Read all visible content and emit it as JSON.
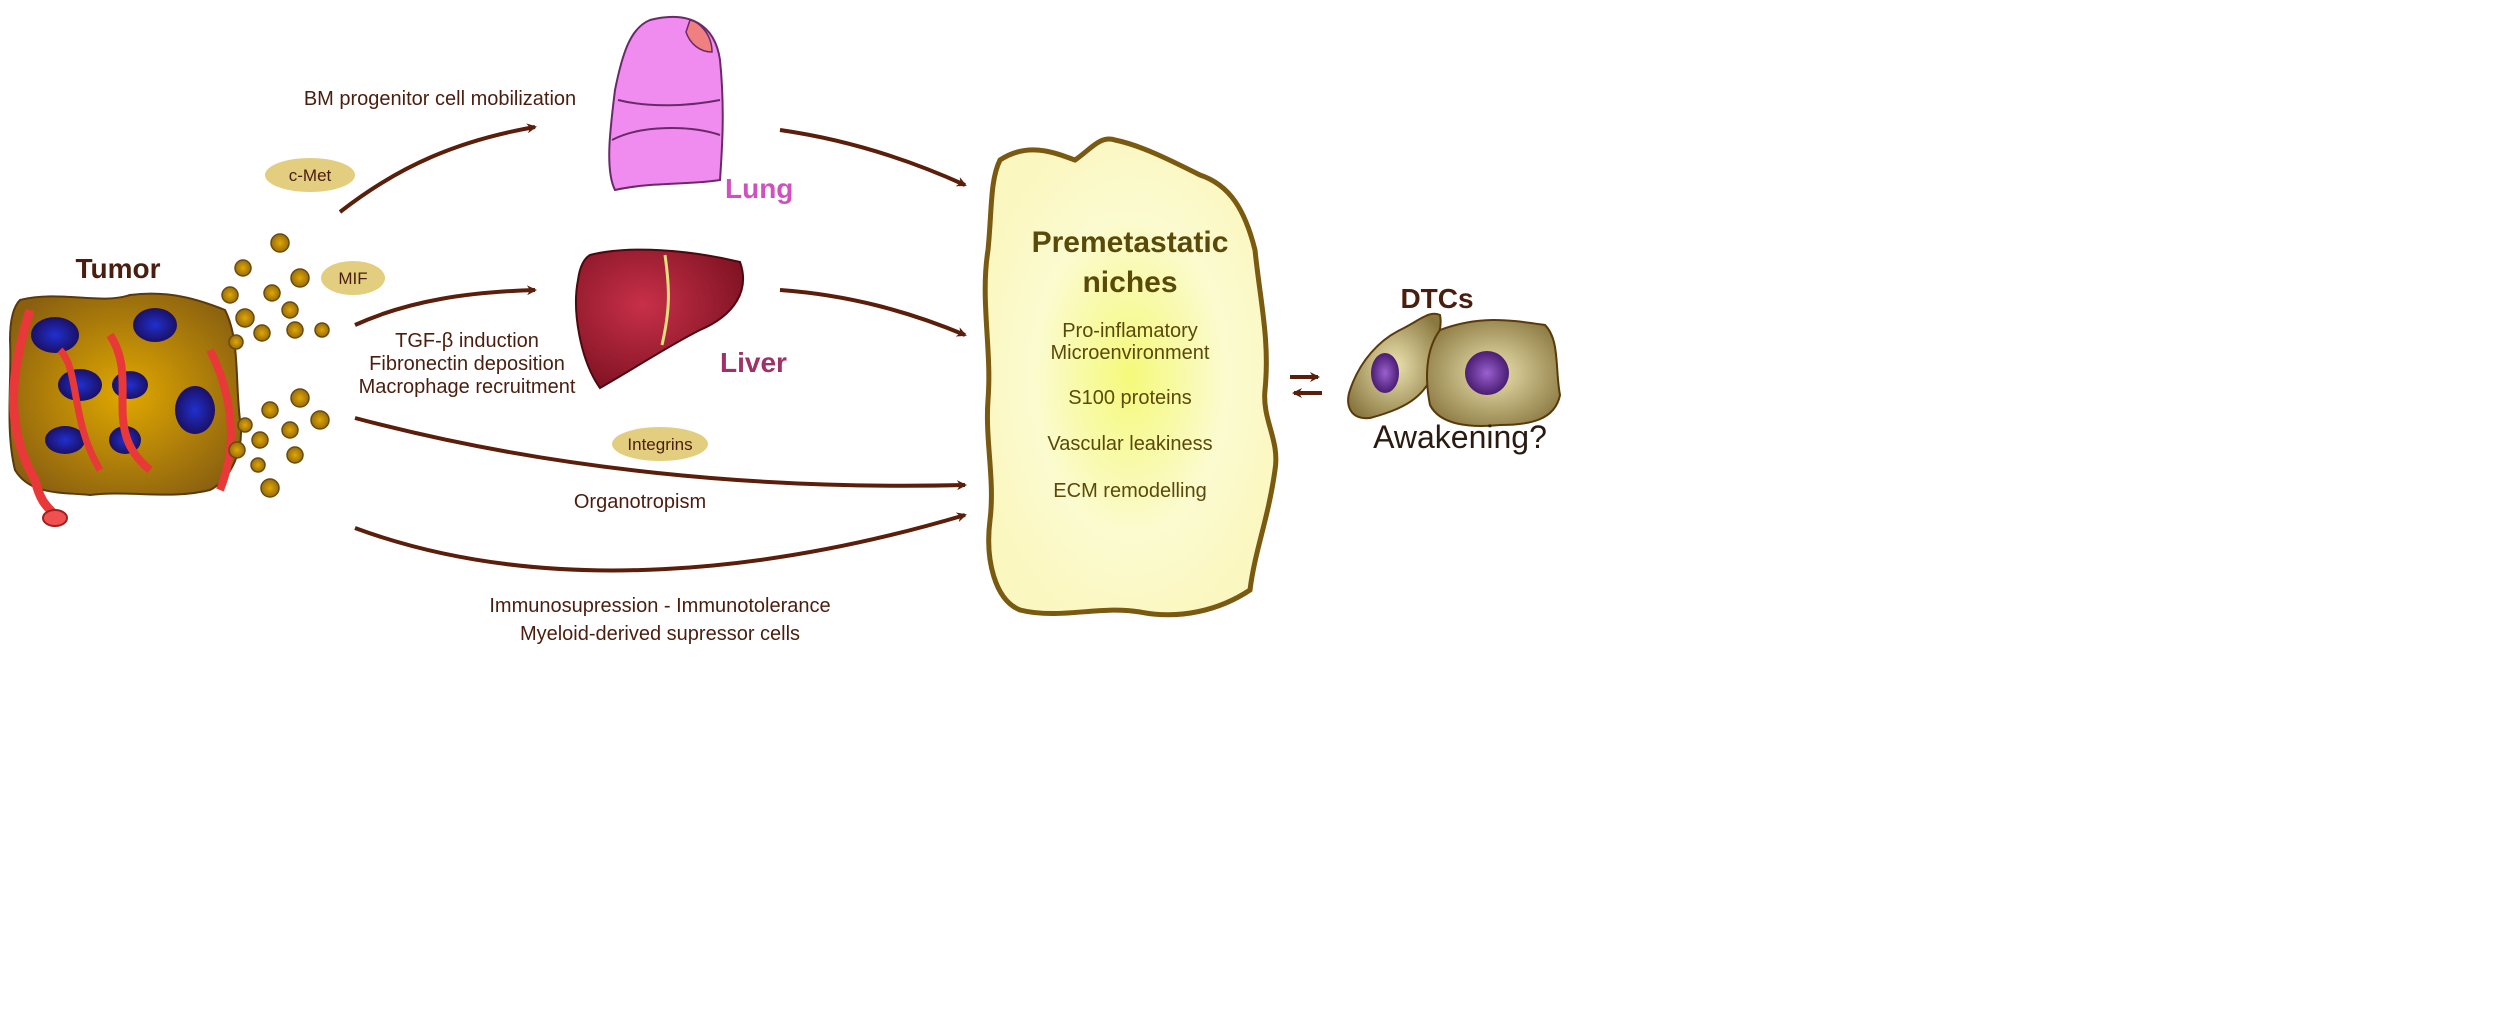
{
  "labels": {
    "tumor": "Tumor",
    "lung": "Lung",
    "liver": "Liver",
    "dtcs": "DTCs",
    "awakening": "Awakening?"
  },
  "badges": {
    "cmet": "c-Met",
    "mif": "MIF",
    "integrins": "Integrins"
  },
  "pathways": {
    "bm": "BM progenitor cell mobilization",
    "liver_lines": [
      "TGF-β induction",
      "Fibronectin deposition",
      "Macrophage recruitment"
    ],
    "organotropism": "Organotropism",
    "immuno_lines": [
      "Immunosupression - Immunotolerance",
      "Myeloid-derived supressor cells"
    ]
  },
  "niche": {
    "title_lines": [
      "Premetastatic",
      "niches"
    ],
    "items": [
      "Pro-inflamatory",
      "Microenvironment",
      "S100 proteins",
      "Vascular leakiness",
      "ECM remodelling"
    ]
  },
  "colors": {
    "arrow": "#5a1e0a",
    "text": "#4a1e0e",
    "lung": "#d050c0",
    "liver": "#a03068",
    "badge": "#e3cd7e",
    "niche_fill": "#fbf9c8",
    "niche_border": "#7a5a10",
    "tumor_cell": "#b8860b",
    "nucleus": "#1a1a9a",
    "vessel": "#e83838"
  }
}
